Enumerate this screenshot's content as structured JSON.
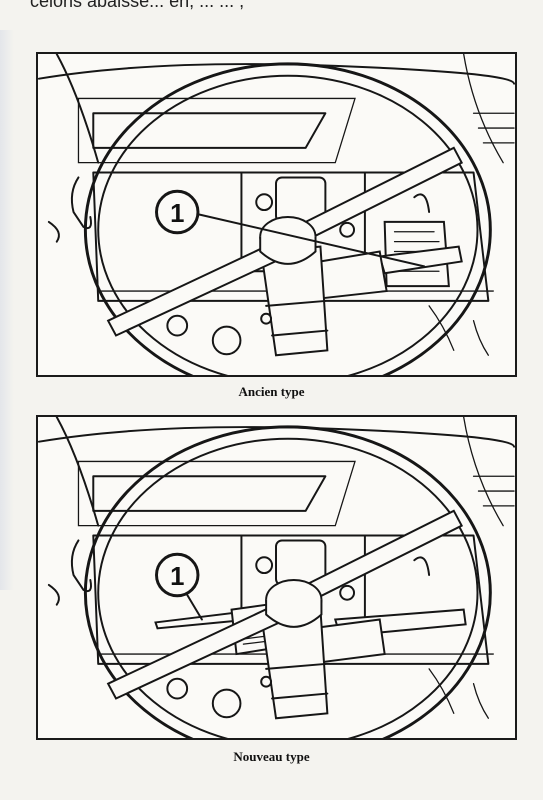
{
  "page": {
    "top_cut_text": "celons abaissé... en, ... ... ,"
  },
  "figures": [
    {
      "callout_label": "1",
      "caption": "Ancien type"
    },
    {
      "callout_label": "1",
      "caption": "Nouveau type"
    }
  ]
}
